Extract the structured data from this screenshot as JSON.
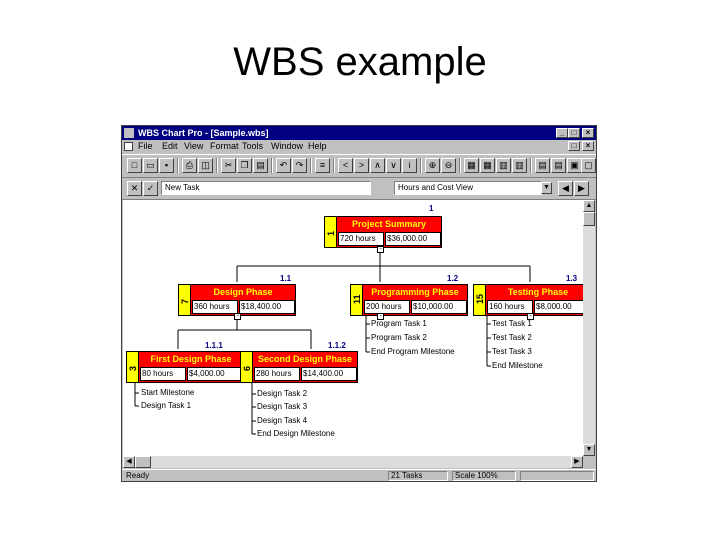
{
  "slide": {
    "title": "WBS example"
  },
  "window": {
    "title": "WBS Chart Pro - [Sample.wbs]",
    "menus": [
      "File",
      "Edit",
      "View",
      "Format",
      "Tools",
      "Window",
      "Help"
    ],
    "task_entry_value": "New Task",
    "view_select_value": "Hours and Cost View"
  },
  "status": {
    "ready": "Ready",
    "tasks": "21 Tasks",
    "scale": "Scale 100%"
  },
  "wbs": {
    "root": {
      "code": "1",
      "num": "1",
      "name": "Project Summary",
      "hours": "720 hours",
      "cost": "$36,000.00"
    },
    "phases": [
      {
        "code": "1.1",
        "num": "7",
        "name": "Design Phase",
        "hours": "360 hours",
        "cost": "$18,400.00"
      },
      {
        "code": "1.2",
        "num": "11",
        "name": "Programming Phase",
        "hours": "200 hours",
        "cost": "$10,000.00"
      },
      {
        "code": "1.3",
        "num": "15",
        "name": "Testing Phase",
        "hours": "160 hours",
        "cost": "$8,000.00"
      }
    ],
    "subphases": [
      {
        "code": "1.1.1",
        "num": "3",
        "name": "First Design Phase",
        "hours": "80 hours",
        "cost": "$4,000.00"
      },
      {
        "code": "1.1.2",
        "num": "6",
        "name": "Second Design Phase",
        "hours": "280 hours",
        "cost": "$14,400.00"
      }
    ],
    "first_design_tasks": [
      "Start Milestone",
      "Design Task 1"
    ],
    "second_design_tasks": [
      "Design Task 2",
      "Design Task 3",
      "Design Task 4",
      "End Design Milestone"
    ],
    "programming_tasks": [
      "Program Task 1",
      "Program Task 2",
      "End Program Milestone"
    ],
    "testing_tasks": [
      "Test Task 1",
      "Test Task 2",
      "Test Task 3",
      "End Milestone"
    ]
  },
  "colors": {
    "node_fill": "#ff0000",
    "node_text": "#ffff00",
    "number_bar": "#ffff00",
    "code_text": "#000080",
    "titlebar": "#000080"
  }
}
